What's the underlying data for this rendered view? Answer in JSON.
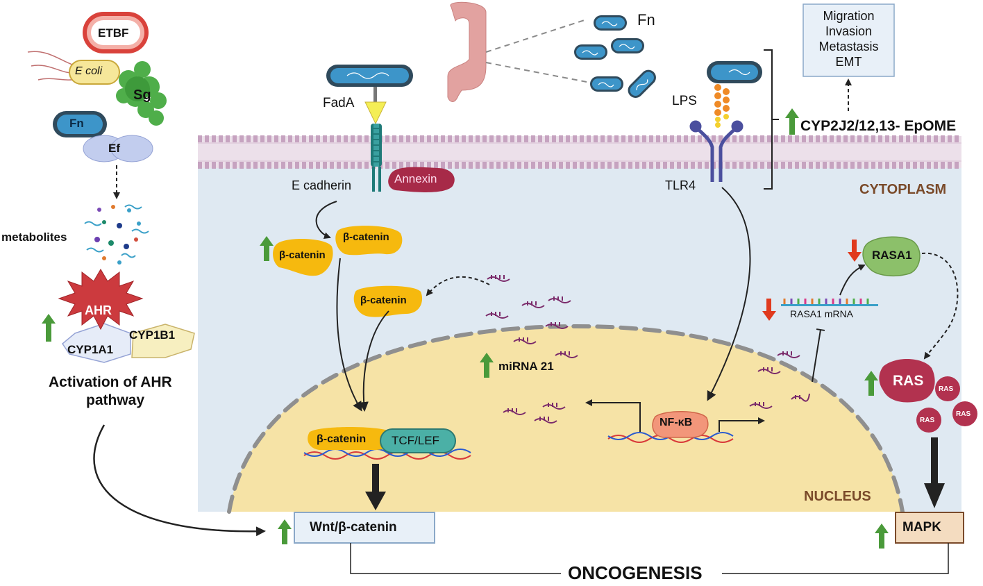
{
  "left_panel": {
    "etbf": "ETBF",
    "ecoli": "E coli",
    "sg": "Sg",
    "fn": "Fn",
    "ef": "Ef",
    "metabolites": "metabolites",
    "ahr": "AHR",
    "cyp1a1": "CYP1A1",
    "cyp1b1": "CYP1B1",
    "activation_line1": "Activation of AHR",
    "activation_line2": "pathway"
  },
  "top": {
    "fn": "Fn",
    "fada": "FadA",
    "ecadherin": "E cadherin",
    "annexin": "Annexin",
    "lps": "LPS",
    "tlr4": "TLR4",
    "cyp2j2": "CYP2J2/12,13- EpOME",
    "outcomes": [
      "Migration",
      "Invasion",
      "Metastasis",
      "EMT"
    ]
  },
  "compartments": {
    "cytoplasm": "CYTOPLASM",
    "nucleus": "NUCLEUS"
  },
  "cytoplasm": {
    "bcat1": "β-catenin",
    "bcat2": "β-catenin",
    "bcat3": "β-catenin",
    "rasa1": "RASA1",
    "rasa1_mrna": "RASA1 mRNA",
    "ras": "RAS",
    "ras_small": "RAS"
  },
  "nucleus": {
    "mirna": "miRNA 21",
    "bcat": "β-catenin",
    "tcflef": "TCF/LEF",
    "nfkb": "NF-κB"
  },
  "bottom": {
    "wnt": "Wnt/β-catenin",
    "mapk": "MAPK",
    "oncogenesis": "ONCOGENESIS"
  },
  "colors": {
    "cytoplasm_bg": "#dfe9f2",
    "nucleus_bg": "#f6e3a6",
    "membrane": "#d8b8d0",
    "up_arrow": "#4a9a3a",
    "down_arrow": "#e03a1e",
    "beta_catenin": "#f6b90e",
    "bacterium": "#3d95c9",
    "ras": "#b2324f",
    "rasa1": "#8cc06a",
    "compartment_label": "#7a4a2a"
  }
}
